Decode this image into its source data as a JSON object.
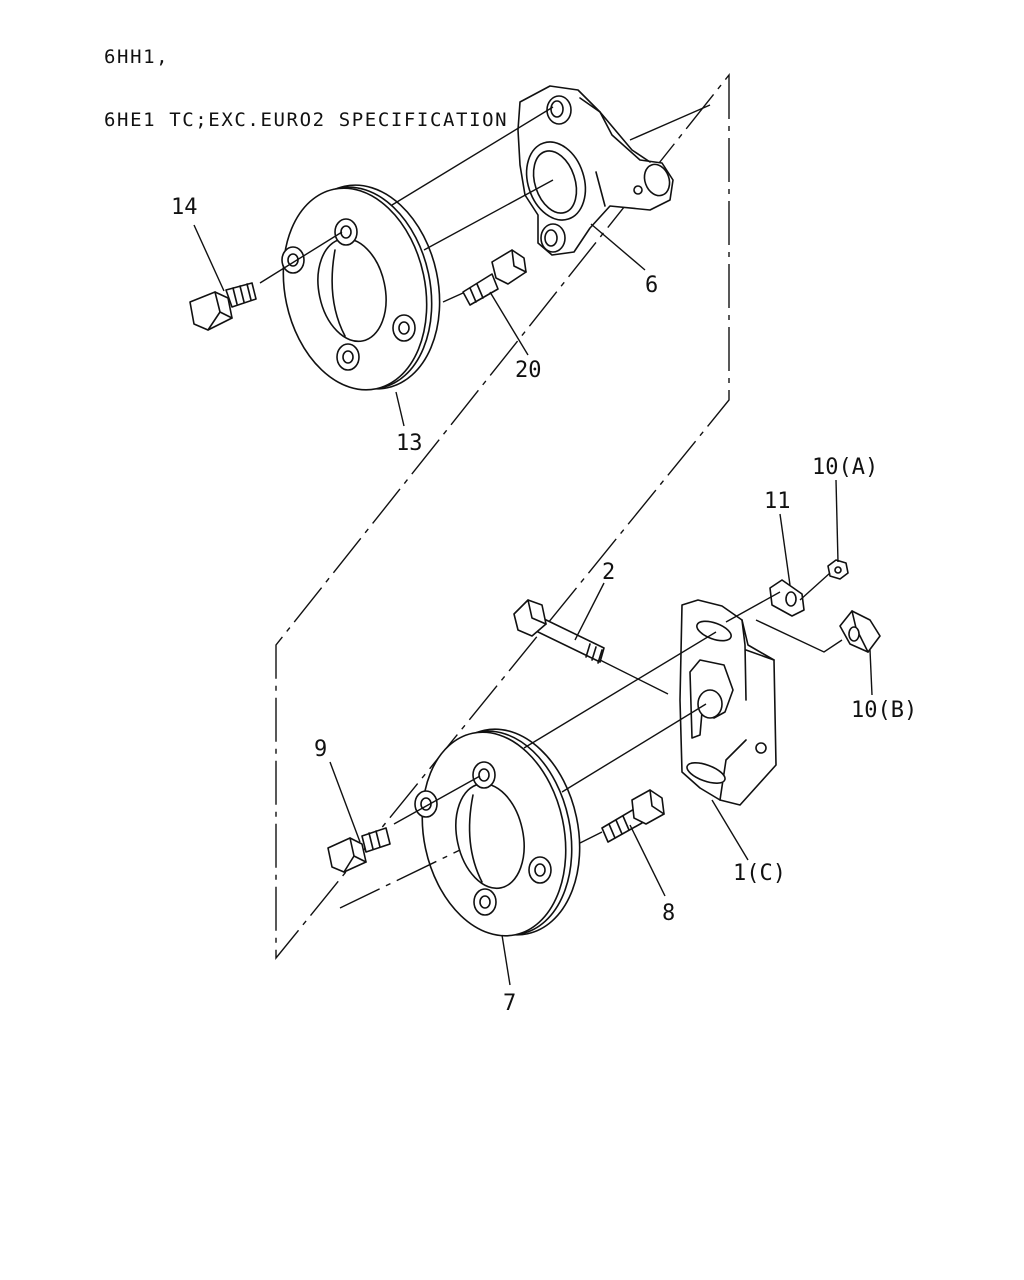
{
  "header": {
    "line1": "6HH1,",
    "line2": "6HE1 TC;EXC.EURO2 SPECIFICATION"
  },
  "callouts": {
    "c14": "14",
    "c6": "6",
    "c20": "20",
    "c13": "13",
    "c10a": "10(A)",
    "c11": "11",
    "c2": "2",
    "c10b": "10(B)",
    "c9": "9",
    "c1c": "1(C)",
    "c8": "8",
    "c7": "7"
  }
}
